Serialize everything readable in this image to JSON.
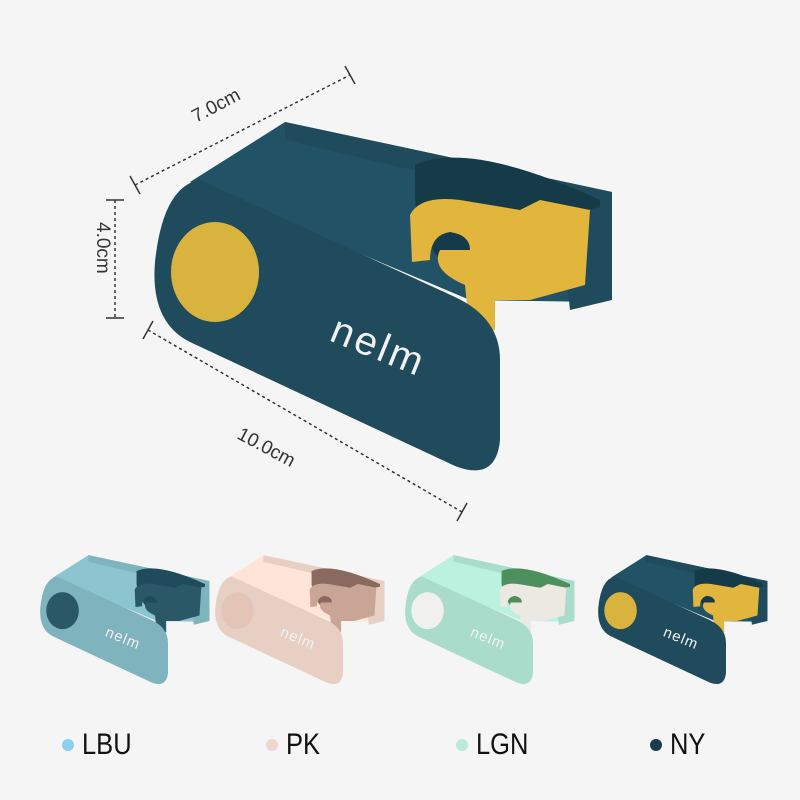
{
  "brand": "nelm",
  "dimensions": {
    "depth": "7.0cm",
    "height": "4.0cm",
    "width": "10.0cm"
  },
  "main_variant": {
    "body": "#1f4b5c",
    "inner": "#163b48",
    "hook": "#e2b53c",
    "button": "#d8b43e"
  },
  "variants": [
    {
      "code": "LBU",
      "dot": "#8ecfee",
      "body": "#7fb3bd",
      "inner": "#1f4b5c",
      "hook": "#2a5866",
      "button": "#2a5866"
    },
    {
      "code": "PK",
      "dot": "#f0d6d2",
      "body": "#e8cfc3",
      "inner": "#8a6a5e",
      "hook": "#c9a596",
      "button": "#e4c4b6"
    },
    {
      "code": "LGN",
      "dot": "#bde8dc",
      "body": "#a9dccb",
      "inner": "#4e8f5e",
      "hook": "#ebe9e2",
      "button": "#f0f0ee"
    },
    {
      "code": "NY",
      "dot": "#1c3a4e",
      "body": "#1f4b5c",
      "inner": "#163b48",
      "hook": "#e2b53c",
      "button": "#d8b43e"
    }
  ]
}
